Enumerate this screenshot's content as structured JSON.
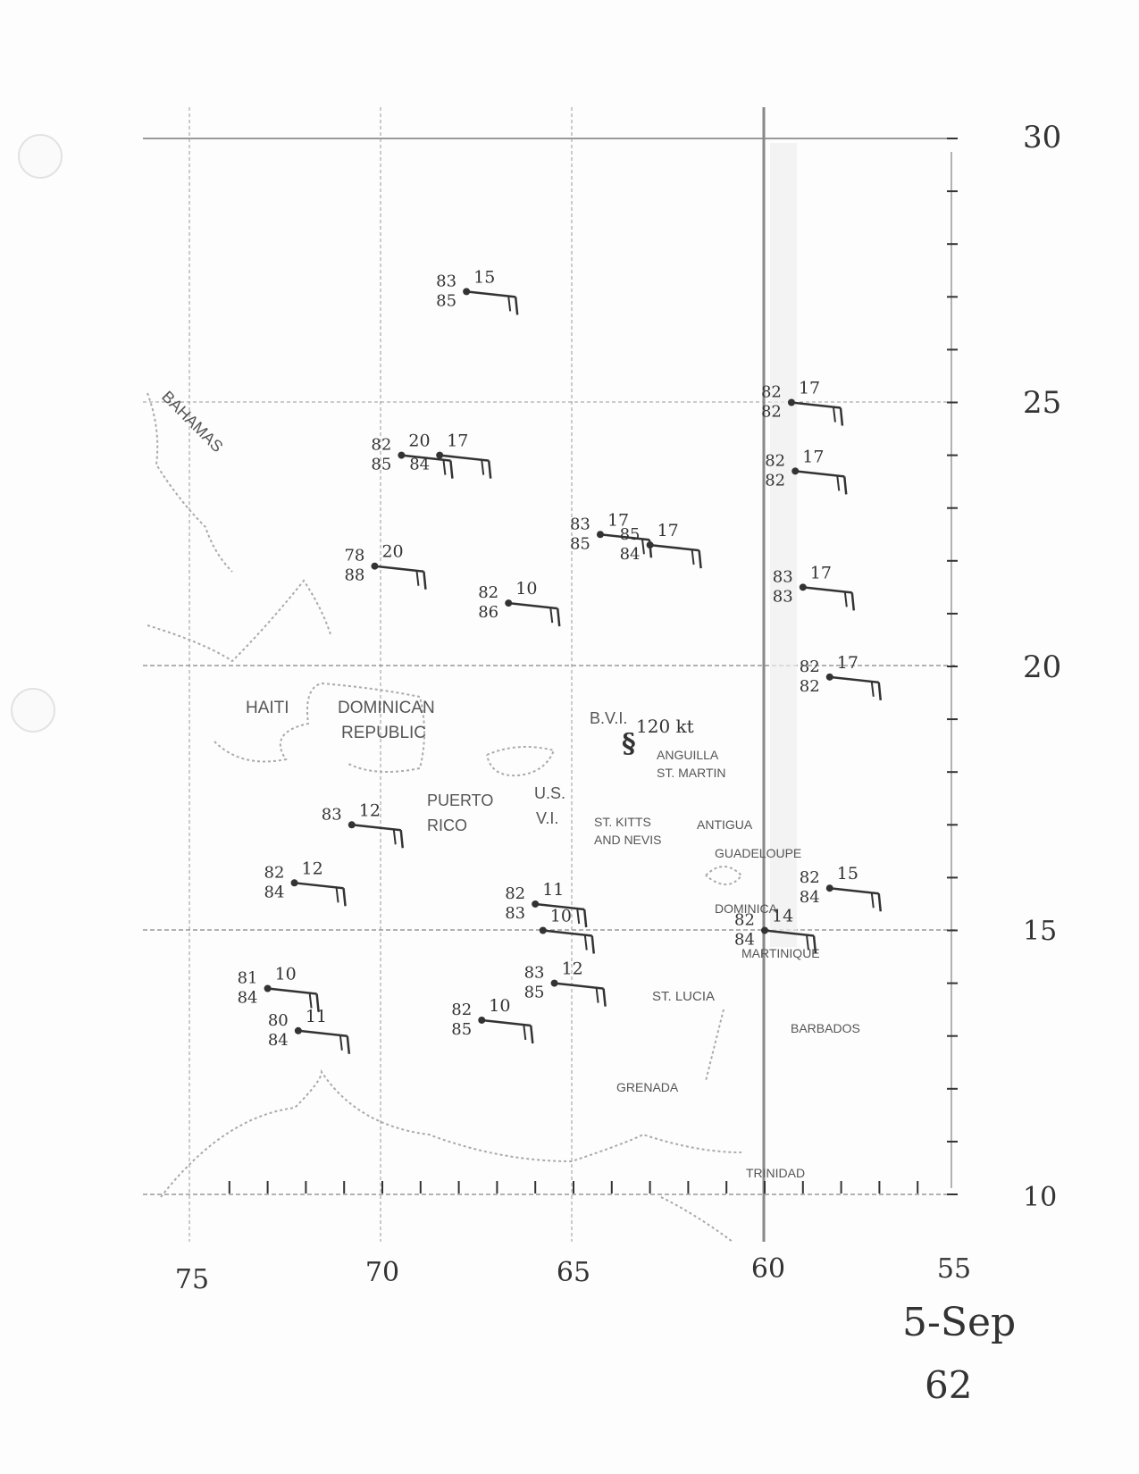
{
  "map": {
    "lon_labels": [
      "75",
      "70",
      "65",
      "60",
      "55"
    ],
    "lat_labels": [
      "30",
      "25",
      "20",
      "15",
      "10"
    ],
    "date_line1": "5-Sep",
    "date_line2": "62",
    "hurricane_label": "120 kt",
    "place_labels": [
      {
        "key": "bahamas",
        "text": "BAHAMAS"
      },
      {
        "key": "haiti",
        "text": "HAITI"
      },
      {
        "key": "dominican1",
        "text": "DOMINICAN"
      },
      {
        "key": "dominican2",
        "text": "REPUBLIC"
      },
      {
        "key": "puerto1",
        "text": "PUERTO"
      },
      {
        "key": "puerto2",
        "text": "RICO"
      },
      {
        "key": "us1",
        "text": "U.S."
      },
      {
        "key": "us2",
        "text": "V.I."
      },
      {
        "key": "bvi",
        "text": "B.V.I."
      },
      {
        "key": "anguilla",
        "text": "ANGUILLA"
      },
      {
        "key": "stmartin",
        "text": "ST. MARTIN"
      },
      {
        "key": "stkitts1",
        "text": "ST. KITTS"
      },
      {
        "key": "stkitts2",
        "text": "AND NEVIS"
      },
      {
        "key": "antigua",
        "text": "ANTIGUA"
      },
      {
        "key": "guadeloupe",
        "text": "GUADELOUPE"
      },
      {
        "key": "dominica",
        "text": "DOMINICA"
      },
      {
        "key": "martinique",
        "text": "MARTINIQUE"
      },
      {
        "key": "stlucia",
        "text": "ST. LUCIA"
      },
      {
        "key": "barbados",
        "text": "BARBADOS"
      },
      {
        "key": "grenada",
        "text": "GRENADA"
      },
      {
        "key": "trinidad",
        "text": "TRINIDAD"
      }
    ],
    "observations": [
      {
        "id": "obs-1",
        "lat": 27.1,
        "lon": -67.8,
        "t1": "83",
        "t2": "85",
        "speed": "15"
      },
      {
        "id": "obs-2",
        "lat": 24.0,
        "lon": -69.5,
        "t1": "82",
        "t2": "85",
        "speed": "20"
      },
      {
        "id": "obs-3",
        "lat": 24.0,
        "lon": -68.5,
        "t1": "",
        "t2": "84",
        "speed": "17"
      },
      {
        "id": "obs-4",
        "lat": 22.5,
        "lon": -64.3,
        "t1": "83",
        "t2": "85",
        "speed": "17"
      },
      {
        "id": "obs-5",
        "lat": 22.3,
        "lon": -63.0,
        "t1": "85",
        "t2": "84",
        "speed": "17"
      },
      {
        "id": "obs-6",
        "lat": 21.9,
        "lon": -70.2,
        "t1": "78",
        "t2": "88",
        "speed": "20"
      },
      {
        "id": "obs-7",
        "lat": 21.2,
        "lon": -66.7,
        "t1": "82",
        "t2": "86",
        "speed": "10"
      },
      {
        "id": "obs-8",
        "lat": 25.0,
        "lon": -59.3,
        "t1": "82",
        "t2": "82",
        "speed": "17"
      },
      {
        "id": "obs-9",
        "lat": 23.7,
        "lon": -59.2,
        "t1": "82",
        "t2": "82",
        "speed": "17"
      },
      {
        "id": "obs-10",
        "lat": 21.5,
        "lon": -59.0,
        "t1": "83",
        "t2": "83",
        "speed": "17"
      },
      {
        "id": "obs-11",
        "lat": 19.8,
        "lon": -58.3,
        "t1": "82",
        "t2": "82",
        "speed": "17"
      },
      {
        "id": "obs-12",
        "lat": 17.0,
        "lon": -70.8,
        "t1": "83",
        "t2": "",
        "speed": "12"
      },
      {
        "id": "obs-13",
        "lat": 15.8,
        "lon": -58.3,
        "t1": "82",
        "t2": "84",
        "speed": "15"
      },
      {
        "id": "obs-14",
        "lat": 15.9,
        "lon": -72.3,
        "t1": "82",
        "t2": "84",
        "speed": "12"
      },
      {
        "id": "obs-15",
        "lat": 15.5,
        "lon": -66.0,
        "t1": "82",
        "t2": "83",
        "speed": "11"
      },
      {
        "id": "obs-16",
        "lat": 15.0,
        "lon": -65.8,
        "t1": "",
        "t2": "",
        "speed": "10"
      },
      {
        "id": "obs-17",
        "lat": 15.0,
        "lon": -60.0,
        "t1": "82",
        "t2": "84",
        "speed": "14"
      },
      {
        "id": "obs-18",
        "lat": 14.0,
        "lon": -65.5,
        "t1": "83",
        "t2": "85",
        "speed": "12"
      },
      {
        "id": "obs-19",
        "lat": 13.9,
        "lon": -73.0,
        "t1": "81",
        "t2": "84",
        "speed": "10"
      },
      {
        "id": "obs-20",
        "lat": 13.1,
        "lon": -72.2,
        "t1": "80",
        "t2": "84",
        "speed": "11"
      },
      {
        "id": "obs-21",
        "lat": 13.3,
        "lon": -67.4,
        "t1": "82",
        "t2": "85",
        "speed": "10"
      }
    ]
  }
}
